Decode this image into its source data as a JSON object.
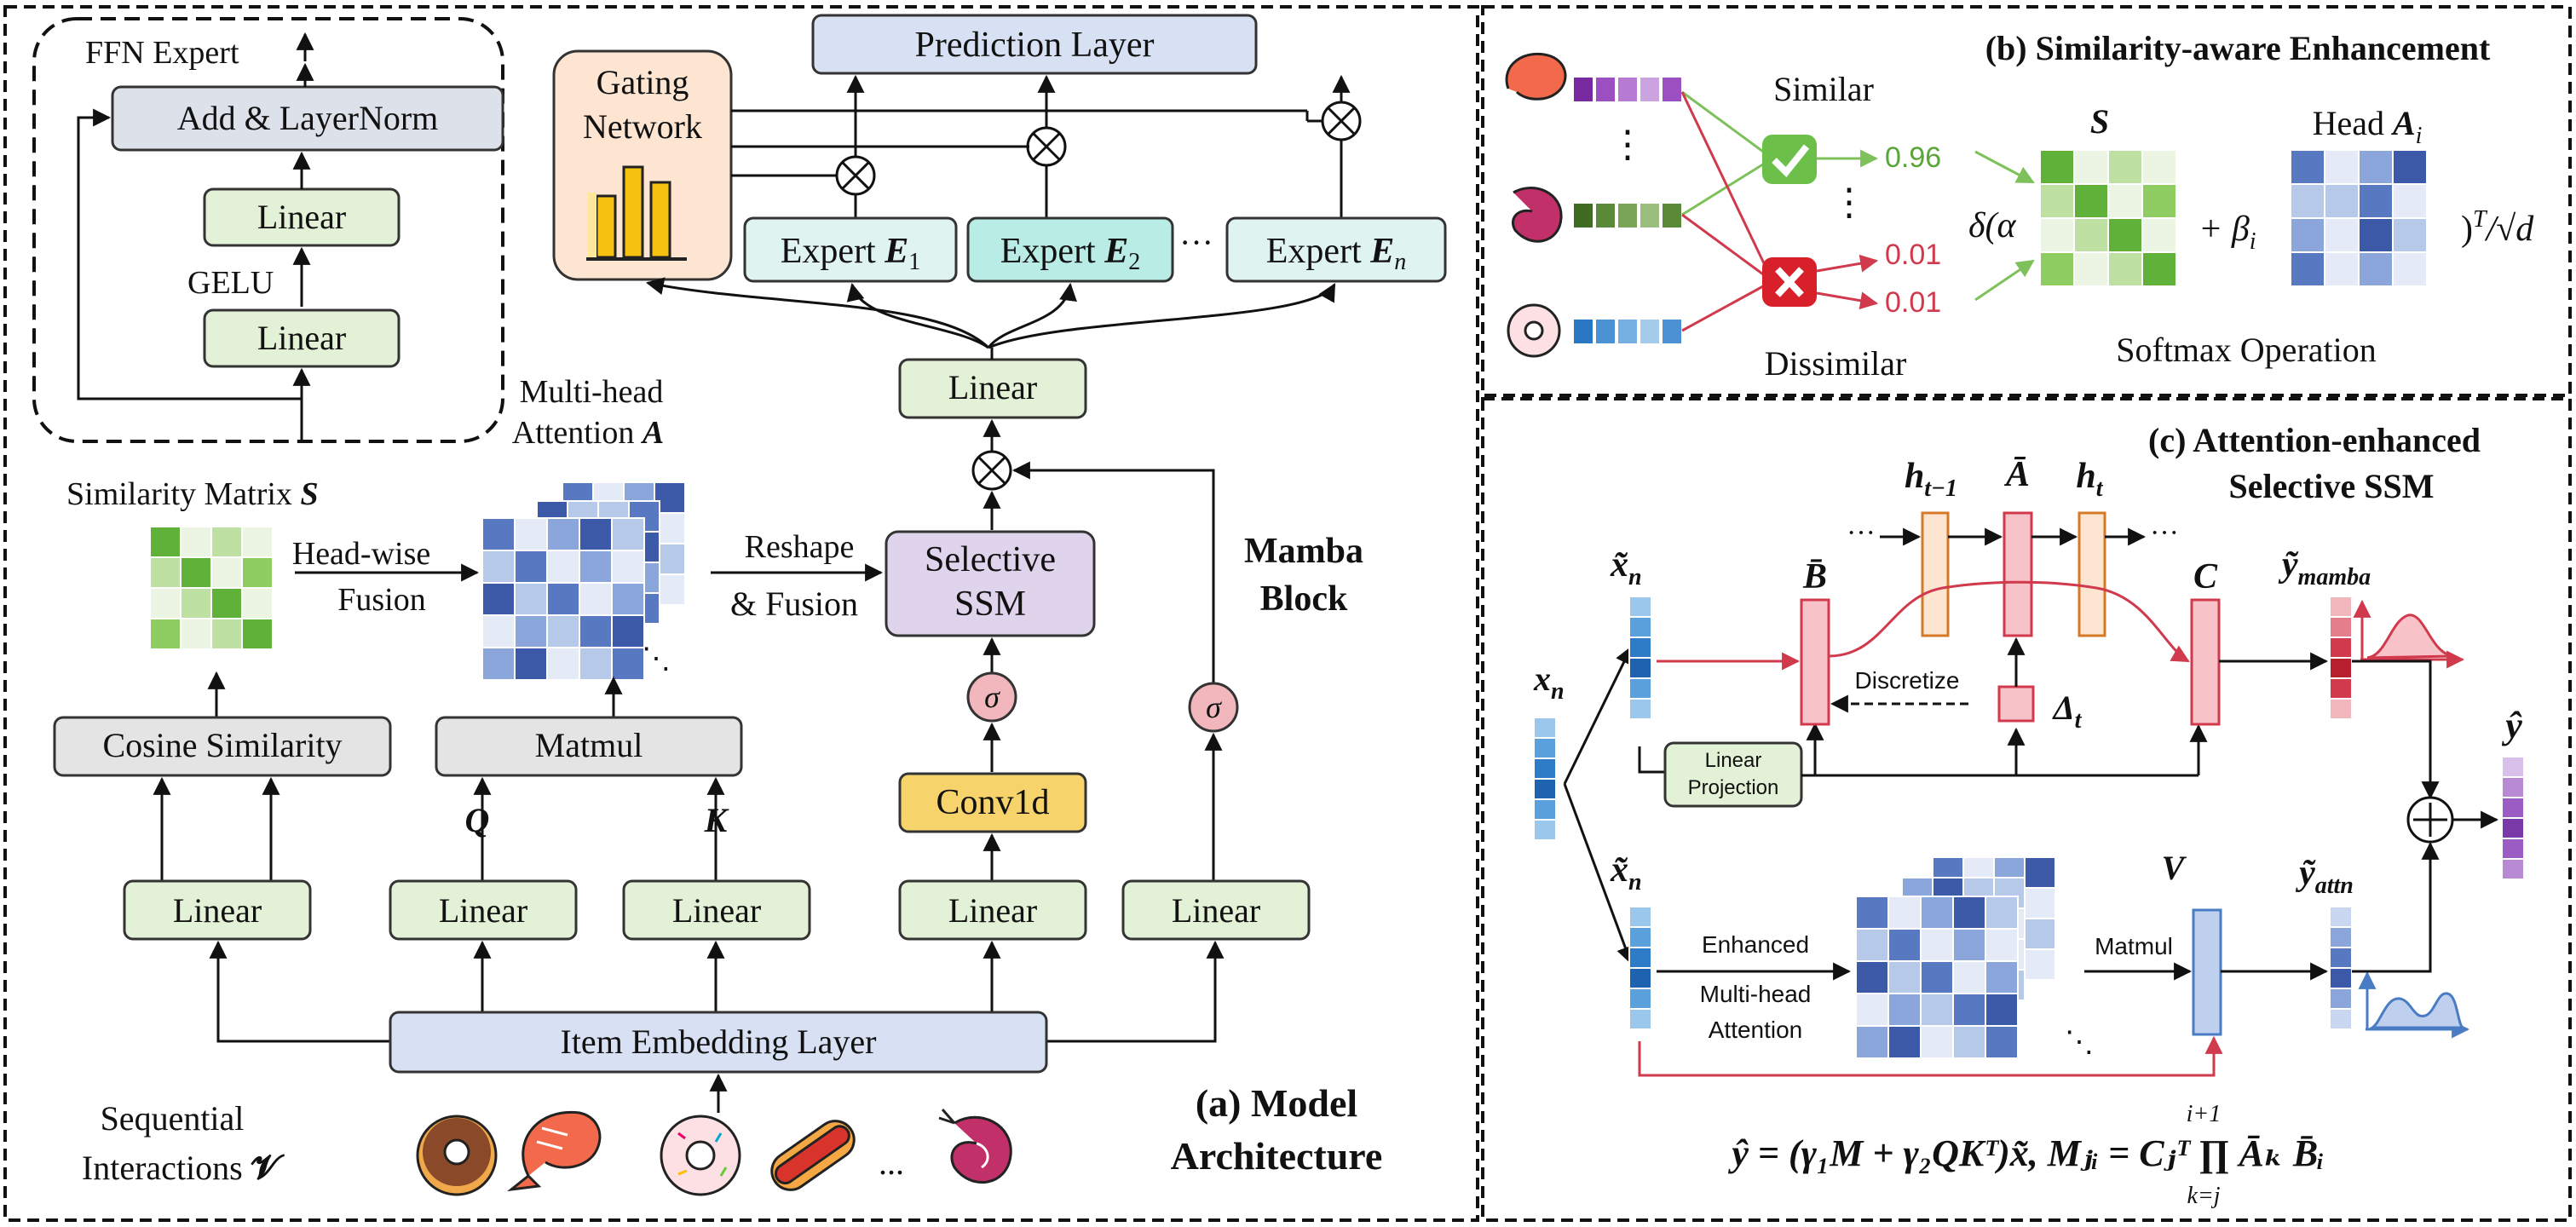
{
  "panel_a": {
    "caption_line1": "(a) Model",
    "caption_line2": "Architecture",
    "ffn": {
      "title": "FFN Expert",
      "add_norm": "Add & LayerNorm",
      "linear_top": "Linear",
      "activation": "GELU",
      "linear_bottom": "Linear"
    },
    "gating": {
      "line1": "Gating",
      "line2": "Network"
    },
    "prediction": "Prediction Layer",
    "experts": {
      "e1": "Expert ",
      "e2": "Expert ",
      "en": "Expert ",
      "sym": "E",
      "sub1": "1",
      "sub2": "2",
      "subn": "n",
      "dots": "···"
    },
    "mamba_linear": "Linear",
    "selective_ssm": {
      "line1": "Selective",
      "line2": "SSM"
    },
    "sigma": "σ",
    "conv1d": "Conv1d",
    "mamba_block": {
      "line1": "Mamba",
      "line2": "Block"
    },
    "mha": {
      "line1": "Multi-head",
      "line2": "Attention ",
      "sym": "A"
    },
    "sim_matrix": {
      "label": "Similarity Matrix ",
      "sym": "S"
    },
    "head_wise": {
      "line1": "Head-wise",
      "line2": "Fusion"
    },
    "reshape": {
      "line1": "Reshape",
      "line2": "& Fusion"
    },
    "cosine": "Cosine Similarity",
    "matmul": "Matmul",
    "q_label": "Q",
    "k_label": "K",
    "linear": "Linear",
    "embedding": "Item Embedding Layer",
    "seq": {
      "line1": "Sequential",
      "line2": "Interactions ",
      "sym": "𝓥"
    },
    "dots": "...",
    "mha_dots": "⋱"
  },
  "panel_b": {
    "title": "(b) Similarity-aware Enhancement",
    "similar": "Similar",
    "dissimilar": "Dissimilar",
    "score_high": "0.96",
    "score_low1": "0.01",
    "score_low2": "0.01",
    "vdots": "⋮",
    "s_label": "S",
    "head_label": "Head ",
    "head_sym": "A",
    "head_sub": "i",
    "formula_left": "δ(α",
    "formula_mid": "+ β",
    "formula_mid_sub": "i",
    "formula_right": ")",
    "formula_sup": "T",
    "formula_sqrt": "/√d",
    "softmax": "Softmax Operation"
  },
  "panel_c": {
    "title_line1": "(c) Attention-enhanced",
    "title_line2": "Selective SSM",
    "xn": "x",
    "xn_sub": "n",
    "xtilde": "x̃",
    "b_bar": "B̄",
    "a_bar": "Ā",
    "h_prev": "h",
    "h_prev_sub": "t−1",
    "h_t": "h",
    "h_t_sub": "t",
    "c_label": "C",
    "delta": "Δ",
    "delta_sub": "t",
    "discretize": "Discretize",
    "linear_proj1": "Linear",
    "linear_proj2": "Projection",
    "y_mamba": "ỹ",
    "y_mamba_sub": "mamba",
    "y_attn": "ỹ",
    "y_attn_sub": "attn",
    "y_hat": "ŷ",
    "v_label": "V",
    "enhanced1": "Enhanced",
    "enhanced2": "Multi-head",
    "enhanced3": "Attention",
    "matmul": "Matmul",
    "dots": "···",
    "mha_dots": "⋱",
    "equation": "ŷ = (γ₁M + γ₂QKᵀ)x̃,  Mⱼᵢ = Cⱼᵀ ∏ Āₖ B̄ᵢ",
    "prod_top": "i+1",
    "prod_bottom": "k=j"
  },
  "colors": {
    "green_box": "#e3f1d6",
    "blue_box": "#d7e1f3",
    "gray_box": "#e4e4e4",
    "cyan_box": "#cdeeea",
    "purple_box": "#e0d3ec",
    "yellow_box": "#f7d36b",
    "orange_box": "#fde5d2",
    "pink_circle": "#f2b7bd",
    "red_line": "#d03a4c",
    "green_line": "#7ec15a",
    "blue_line": "#4a7cc4"
  }
}
